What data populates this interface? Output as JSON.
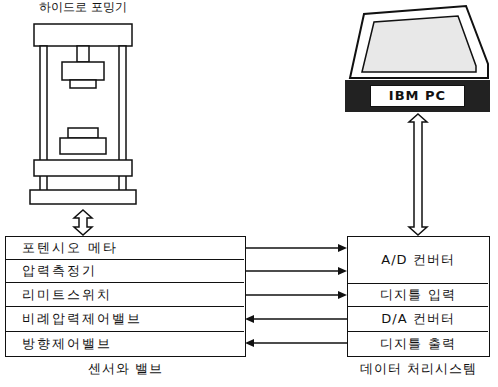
{
  "diagram": {
    "nodes": [
      {
        "text": [
          "하이드로 포밍기"
        ]
      },
      {
        "text": [
          "IBM PC"
        ]
      },
      {
        "text": [
          "센서와 밸브"
        ]
      },
      {
        "text": [
          "포텐시오 메타"
        ],
        "in": 2
      },
      {
        "text": [
          "압력측정기"
        ],
        "in": 2
      },
      {
        "text": [
          "리미트스위치"
        ],
        "in": 2
      },
      {
        "text": [
          "비례압력제어밸브"
        ],
        "in": 2
      },
      {
        "text": [
          "방향제어밸브"
        ],
        "in": 2
      },
      {
        "text": [
          "데이터 처리시스템"
        ]
      },
      {
        "text": [
          "A/D 컨버터"
        ],
        "in": 8
      },
      {
        "text": [
          "디지틀 입력"
        ],
        "in": 8
      },
      {
        "text": [
          "D/A 컨버터"
        ],
        "in": 8
      },
      {
        "text": [
          "디지틀 출력"
        ],
        "in": 8
      }
    ],
    "edges": [
      {
        "from": 0,
        "to": 2,
        "arrow": "both"
      },
      {
        "from": 1,
        "to": 8,
        "arrow": "both"
      },
      {
        "from": 3,
        "to": 9,
        "arrow": "to"
      },
      {
        "from": 4,
        "to": 9,
        "arrow": "to"
      },
      {
        "from": 5,
        "to": 10,
        "arrow": "to"
      },
      {
        "from": 11,
        "to": 6,
        "arrow": "to"
      },
      {
        "from": 12,
        "to": 7,
        "arrow": "to"
      }
    ]
  }
}
